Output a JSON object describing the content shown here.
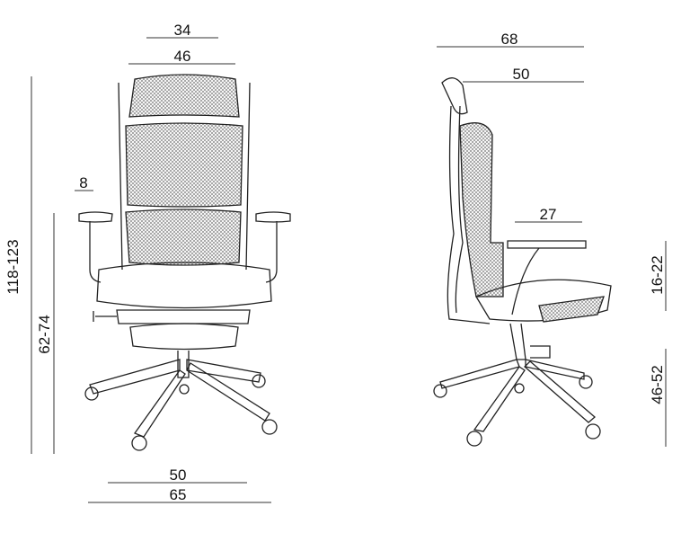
{
  "front_view": {
    "dimensions": {
      "headrest_width": "34",
      "backrest_width": "46",
      "armrest_width": "8",
      "total_height": "118-123",
      "armrest_height": "62-74",
      "seat_width": "50",
      "base_width": "65"
    }
  },
  "side_view": {
    "dimensions": {
      "total_depth": "68",
      "seat_depth": "50",
      "armrest_length": "27",
      "armrest_above_seat": "16-22",
      "seat_height": "46-52"
    }
  },
  "colors": {
    "line": "#222222",
    "mesh": "#9a9a9a",
    "background": "#ffffff"
  }
}
